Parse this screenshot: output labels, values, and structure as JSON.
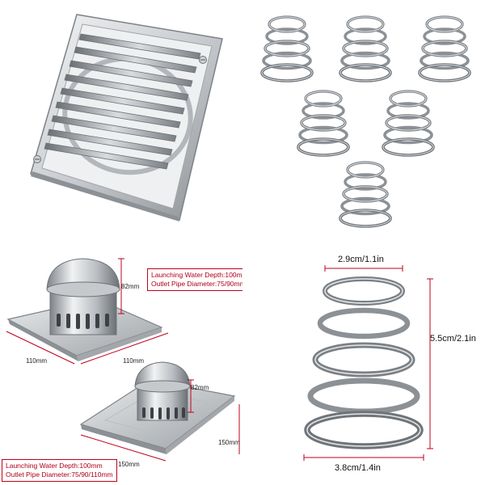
{
  "panels": {
    "drain_cover": {
      "name": "square-drain-cover-photo"
    },
    "springs_set": {
      "name": "six-springs-photo"
    },
    "drains_dimensions": {
      "top_spec": {
        "line1": "Launching Water Depth:100mm",
        "line2": "Outlet Pipe Diameter:75/90mm"
      },
      "top_height": "82mm",
      "top_width_left": "110mm",
      "top_width_right": "110mm",
      "bottom_height": "82mm",
      "bottom_width_right": "150mm",
      "bottom_width_bottom": "150mm",
      "bottom_spec": {
        "line1": "Launching Water Depth:100mm",
        "line2": "Outlet Pipe Diameter:75/90/110mm"
      }
    },
    "spring_dimensions": {
      "top_width": "2.9cm/1.1in",
      "height": "5.5cm/2.1in",
      "bottom_width": "3.8cm/1.4in"
    }
  },
  "colors": {
    "annotation_red": "#c0001a",
    "steel_light": "#e6e8ea",
    "steel_mid": "#a9adb1",
    "steel_dark": "#5f6469"
  }
}
